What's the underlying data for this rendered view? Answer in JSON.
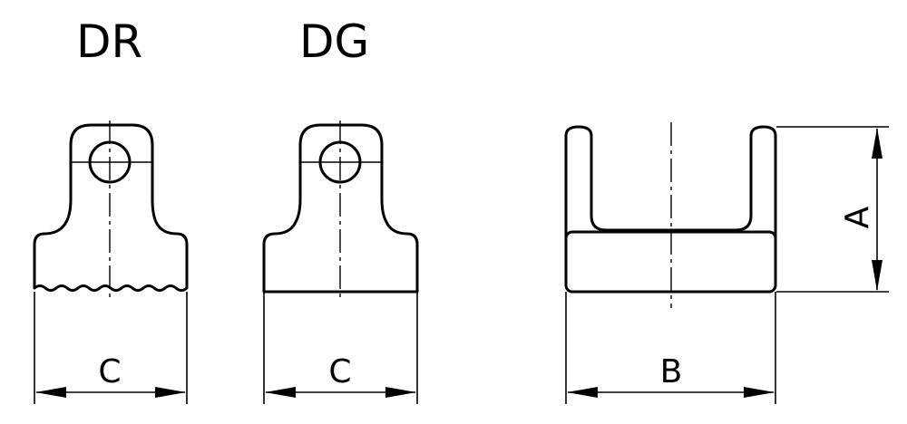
{
  "views": {
    "dr": {
      "title": "DR",
      "dim_label": "C"
    },
    "dg": {
      "title": "DG",
      "dim_label": "C"
    },
    "side": {
      "width_label": "B",
      "height_label": "A"
    }
  },
  "colors": {
    "line": "#000000",
    "background": "#ffffff"
  }
}
